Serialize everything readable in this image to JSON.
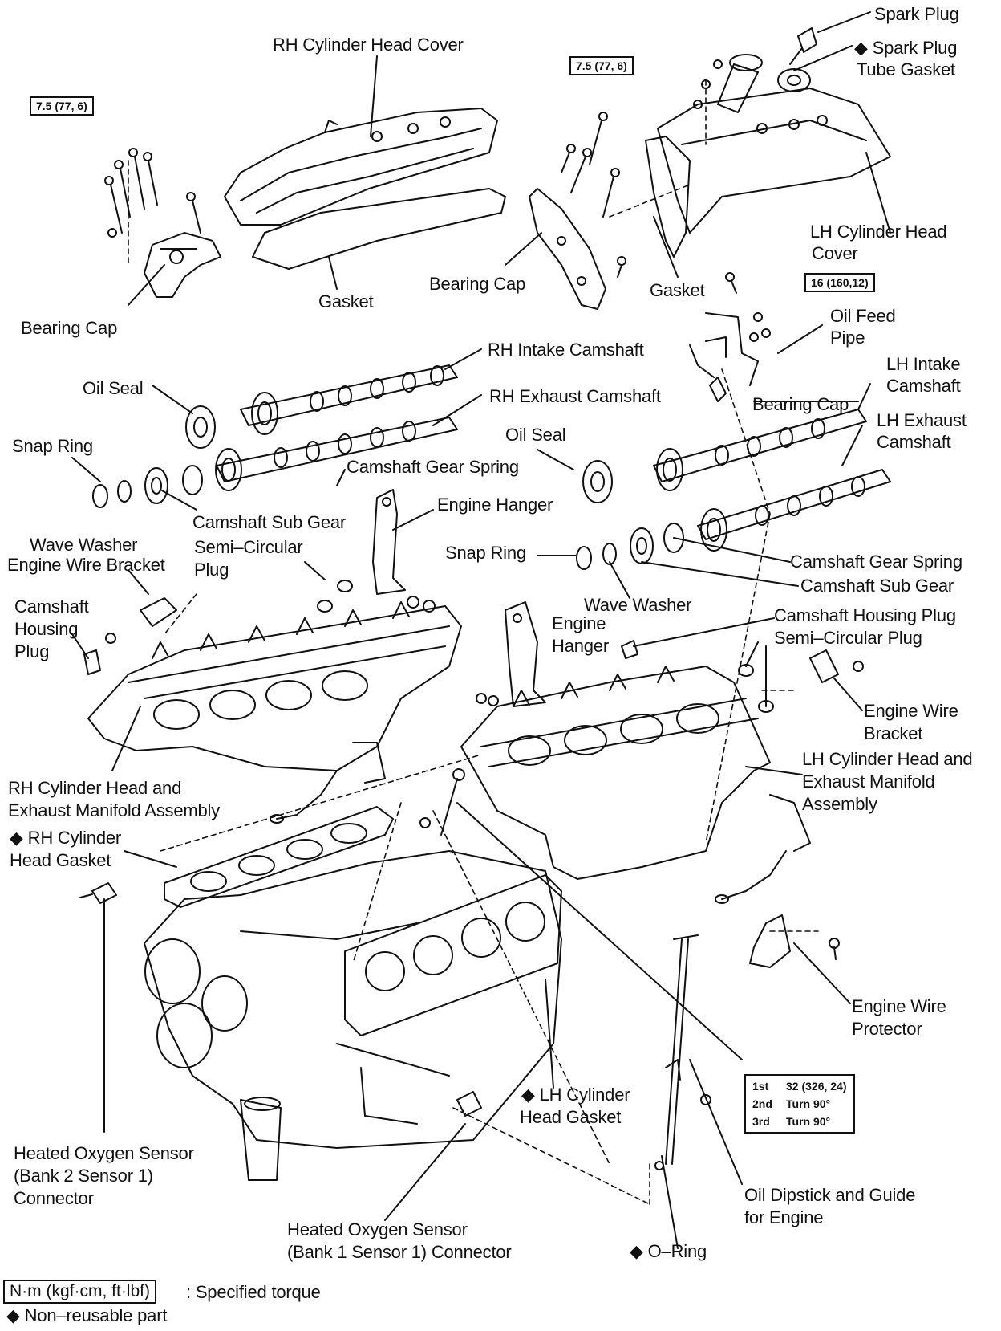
{
  "labels": {
    "spark_plug": "Spark Plug",
    "spark_plug_tube_gasket_1": "◆ Spark Plug",
    "spark_plug_tube_gasket_2": "Tube Gasket",
    "rh_cylinder_head_cover": "RH Cylinder Head Cover",
    "lh_cylinder_head_cover_1": "LH Cylinder Head",
    "lh_cylinder_head_cover_2": "Cover",
    "bearing_cap_left": "Bearing Cap",
    "gasket_rh": "Gasket",
    "bearing_cap_mid": "Bearing Cap",
    "gasket_lh": "Gasket",
    "oil_feed_pipe_1": "Oil Feed",
    "oil_feed_pipe_2": "Pipe",
    "rh_intake_camshaft": "RH Intake Camshaft",
    "lh_intake_camshaft_1": "LH Intake",
    "lh_intake_camshaft_2": "Camshaft",
    "oil_seal_rh": "Oil Seal",
    "rh_exhaust_camshaft": "RH Exhaust Camshaft",
    "bearing_cap_lh": "Bearing Cap",
    "lh_exhaust_camshaft_1": "LH Exhaust",
    "lh_exhaust_camshaft_2": "Camshaft",
    "snap_ring_rh": "Snap Ring",
    "oil_seal_lh": "Oil Seal",
    "camshaft_gear_spring_rh": "Camshaft Gear Spring",
    "engine_hanger_rh": "Engine Hanger",
    "camshaft_sub_gear_rh": "Camshaft Sub Gear",
    "wave_washer_rh": "Wave Washer",
    "semi_circular_plug_rh_1": "Semi–Circular",
    "semi_circular_plug_rh_2": "Plug",
    "engine_wire_bracket_rh": "Engine Wire Bracket",
    "snap_ring_lh": "Snap Ring",
    "camshaft_gear_spring_lh": "Camshaft Gear Spring",
    "camshaft_sub_gear_lh": "Camshaft Sub Gear",
    "camshaft_housing_plug_rh_1": "Camshaft",
    "camshaft_housing_plug_rh_2": "Housing",
    "camshaft_housing_plug_rh_3": "Plug",
    "wave_washer_lh": "Wave Washer",
    "camshaft_housing_plug_lh": "Camshaft Housing Plug",
    "engine_hanger_lh_1": "Engine",
    "engine_hanger_lh_2": "Hanger",
    "semi_circular_plug_lh": "Semi–Circular Plug",
    "engine_wire_bracket_lh_1": "Engine Wire",
    "engine_wire_bracket_lh_2": "Bracket",
    "lh_head_exhaust_1": "LH Cylinder Head and",
    "lh_head_exhaust_2": "Exhaust Manifold",
    "lh_head_exhaust_3": "Assembly",
    "rh_head_exhaust_1": "RH Cylinder Head and",
    "rh_head_exhaust_2": "Exhaust Manifold Assembly",
    "rh_head_gasket_1": "◆ RH Cylinder",
    "rh_head_gasket_2": "Head Gasket",
    "engine_wire_protector_1": "Engine Wire",
    "engine_wire_protector_2": "Protector",
    "lh_head_gasket_1": "◆ LH Cylinder",
    "lh_head_gasket_2": "Head Gasket",
    "ho2_bank2_1": "Heated Oxygen Sensor",
    "ho2_bank2_2": "(Bank 2 Sensor 1)",
    "ho2_bank2_3": "Connector",
    "oil_dipstick_1": "Oil Dipstick and Guide",
    "oil_dipstick_2": "for Engine",
    "ho2_bank1_1": "Heated Oxygen Sensor",
    "ho2_bank1_2": "(Bank 1 Sensor 1) Connector",
    "o_ring": "◆ O–Ring"
  },
  "torque": {
    "left_cap": "7.5 (77, 6)",
    "mid_cap": "7.5 (77, 6)",
    "oil_pipe": "16 (160,12)",
    "head_bolt": [
      {
        "step": "1st",
        "value": "32 (326, 24)"
      },
      {
        "step": "2nd",
        "value": "Turn 90°"
      },
      {
        "step": "3rd",
        "value": "Turn 90°"
      }
    ]
  },
  "legend": {
    "unit_box": "N·m (kgf·cm, ft·lbf)",
    "unit_text": ": Specified torque",
    "nonreusable": "◆ Non–reusable part"
  }
}
